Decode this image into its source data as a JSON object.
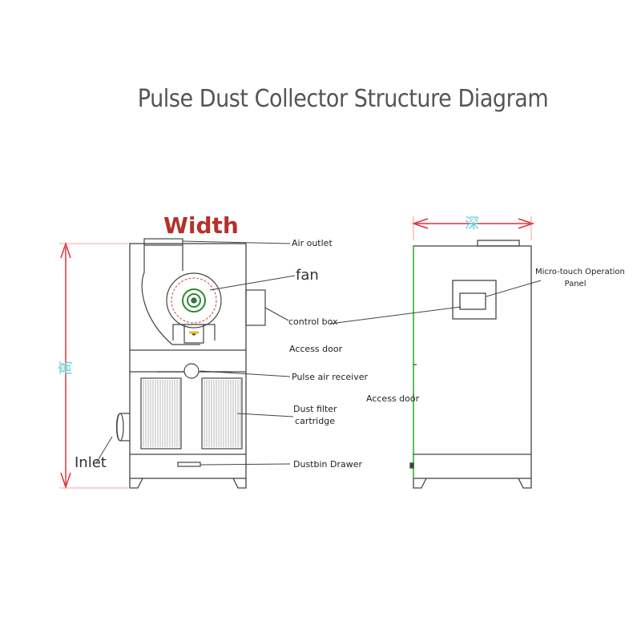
{
  "title": "Pulse Dust Collector Structure Diagram",
  "dimensions": {
    "width_label": "Width",
    "height_label": "高",
    "depth_label": "深"
  },
  "labels": {
    "air_outlet": "Air outlet",
    "fan": "fan",
    "control_box": "control box",
    "access_door_front": "Access door",
    "pulse_air_receiver": "Pulse air receiver",
    "dust_filter_line1": "Dust filter",
    "dust_filter_line2": "cartridge",
    "inlet": "Inlet",
    "dustbin_drawer": "Dustbin Drawer",
    "micro_touch_line1": "Micro-touch Operation",
    "micro_touch_line2": "Panel",
    "access_door_side": "Access door"
  },
  "colors": {
    "dimension_arrow": "#e0303a",
    "height_glyph": "#5ad0d8",
    "width_text": "#b3322b",
    "side_door_edge": "#40c040"
  }
}
